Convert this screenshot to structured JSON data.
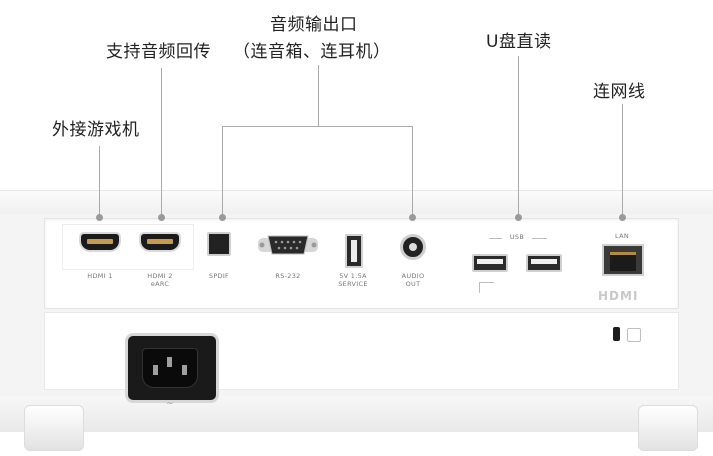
{
  "callouts": {
    "arc": "支持音频回传",
    "audio_title": "音频输出口",
    "audio_sub": "（连音箱、连耳机）",
    "usb_drive": "U盘直读",
    "lan": "连网线",
    "game": "外接游戏机"
  },
  "ports": {
    "hdmi1": "HDMI 1",
    "hdmi2": "HDMI 2",
    "hdmi2_sub": "eARC",
    "spdif": "SPDIF",
    "rs232": "RS-232",
    "service_top": "5V 1.5A",
    "service": "SERVICE",
    "audio_top": "AUDIO",
    "audio_bottom": "OUT",
    "usb": "USB",
    "lan": "LAN"
  },
  "logo": "HDMI",
  "colors": {
    "callout_text": "#222222",
    "leader_line": "#a9a9a9",
    "panel": "#f4f4f4",
    "port_black": "#1b1b1b",
    "hdmi_pins": "#c89a4f"
  },
  "icons": [
    "hdmi-port-icon",
    "spdif-port-icon",
    "rs232-port-icon",
    "usb-port-icon",
    "audio-jack-icon",
    "lan-port-icon",
    "power-socket-icon",
    "kensington-lock-icon"
  ]
}
